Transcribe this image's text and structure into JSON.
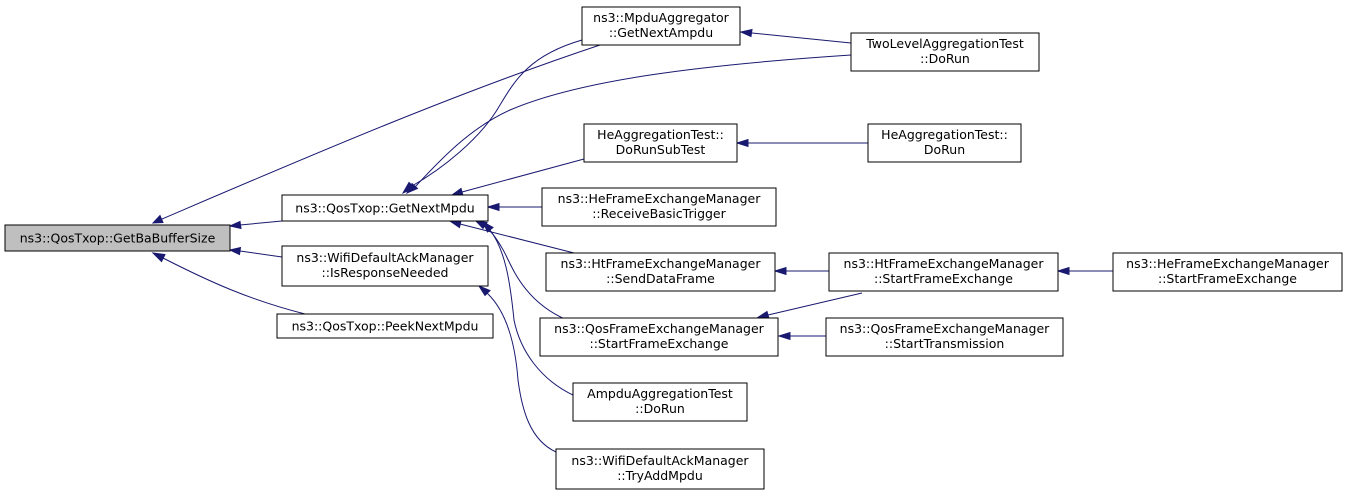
{
  "graph": {
    "nodes": {
      "root": {
        "lines": [
          "ns3::QosTxop::GetBaBufferSize"
        ]
      },
      "getNextMpdu": {
        "lines": [
          "ns3::QosTxop::GetNextMpdu"
        ]
      },
      "isResponseNeeded": {
        "lines": [
          "ns3::WifiDefaultAckManager",
          "::IsResponseNeeded"
        ]
      },
      "peekNextMpdu": {
        "lines": [
          "ns3::QosTxop::PeekNextMpdu"
        ]
      },
      "mpduAggregator": {
        "lines": [
          "ns3::MpduAggregator",
          "::GetNextAmpdu"
        ]
      },
      "twoLevelAgg": {
        "lines": [
          "TwoLevelAggregationTest",
          "::DoRun"
        ]
      },
      "heAggSubTest": {
        "lines": [
          "HeAggregationTest::",
          "DoRunSubTest"
        ]
      },
      "heAggDoRun": {
        "lines": [
          "HeAggregationTest::",
          "DoRun"
        ]
      },
      "heReceiveBasicTrigger": {
        "lines": [
          "ns3::HeFrameExchangeManager",
          "::ReceiveBasicTrigger"
        ]
      },
      "htSendDataFrame": {
        "lines": [
          "ns3::HtFrameExchangeManager",
          "::SendDataFrame"
        ]
      },
      "htStartFrameExchange": {
        "lines": [
          "ns3::HtFrameExchangeManager",
          "::StartFrameExchange"
        ]
      },
      "heStartFrameExchange": {
        "lines": [
          "ns3::HeFrameExchangeManager",
          "::StartFrameExchange"
        ]
      },
      "qosStartFrameExchange": {
        "lines": [
          "ns3::QosFrameExchangeManager",
          "::StartFrameExchange"
        ]
      },
      "qosStartTransmission": {
        "lines": [
          "ns3::QosFrameExchangeManager",
          "::StartTransmission"
        ]
      },
      "ampduAggDoRun": {
        "lines": [
          "AmpduAggregationTest",
          "::DoRun"
        ]
      },
      "tryAddMpdu": {
        "lines": [
          "ns3::WifiDefaultAckManager",
          "::TryAddMpdu"
        ]
      }
    },
    "edges": [
      {
        "from": "getNextMpdu",
        "to": "root"
      },
      {
        "from": "isResponseNeeded",
        "to": "root"
      },
      {
        "from": "peekNextMpdu",
        "to": "root"
      },
      {
        "from": "mpduAggregator",
        "to": "root"
      },
      {
        "from": "mpduAggregator",
        "to": "getNextMpdu"
      },
      {
        "from": "twoLevelAgg",
        "to": "getNextMpdu"
      },
      {
        "from": "twoLevelAgg",
        "to": "mpduAggregator"
      },
      {
        "from": "heAggSubTest",
        "to": "getNextMpdu"
      },
      {
        "from": "heAggDoRun",
        "to": "heAggSubTest"
      },
      {
        "from": "heReceiveBasicTrigger",
        "to": "getNextMpdu"
      },
      {
        "from": "htSendDataFrame",
        "to": "getNextMpdu"
      },
      {
        "from": "htStartFrameExchange",
        "to": "htSendDataFrame"
      },
      {
        "from": "heStartFrameExchange",
        "to": "htStartFrameExchange"
      },
      {
        "from": "htStartFrameExchange",
        "to": "qosStartFrameExchange"
      },
      {
        "from": "qosStartFrameExchange",
        "to": "getNextMpdu"
      },
      {
        "from": "qosStartTransmission",
        "to": "qosStartFrameExchange"
      },
      {
        "from": "ampduAggDoRun",
        "to": "getNextMpdu"
      },
      {
        "from": "tryAddMpdu",
        "to": "isResponseNeeded"
      }
    ]
  }
}
